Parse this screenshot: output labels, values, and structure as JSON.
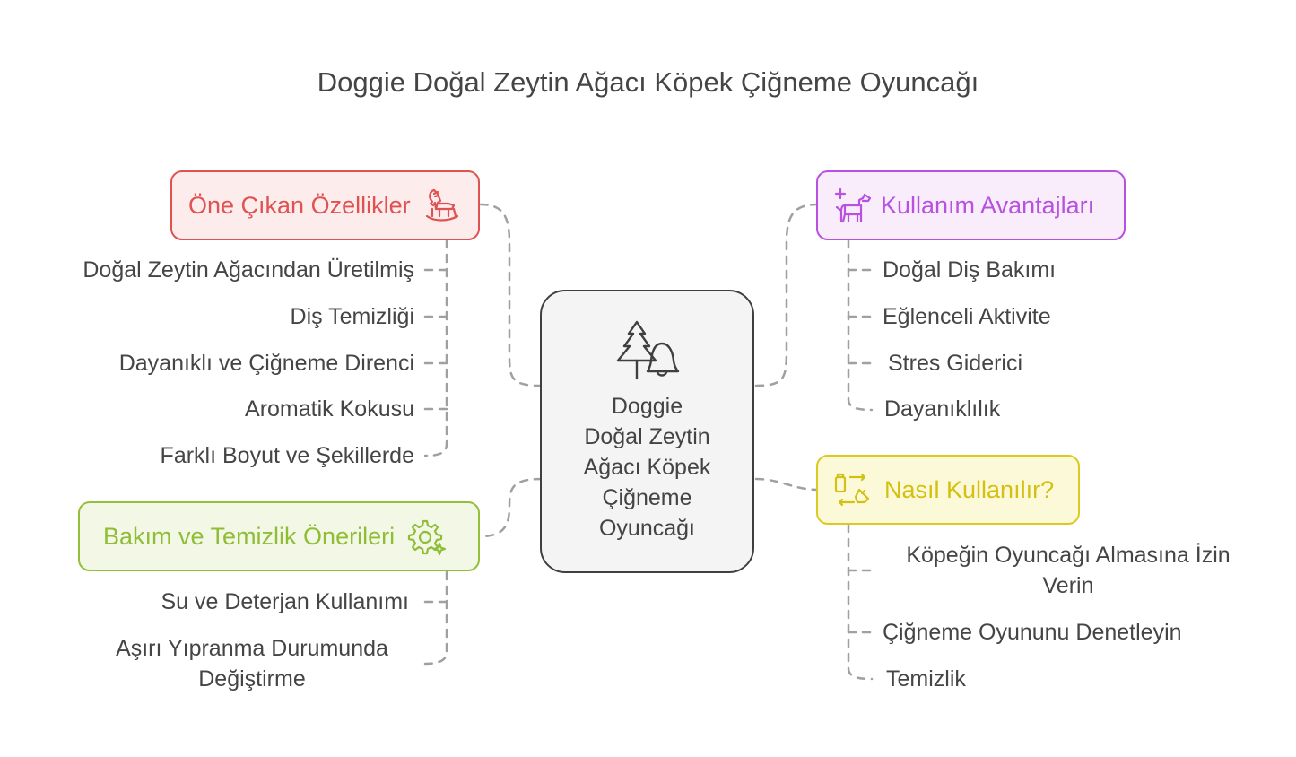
{
  "title": "Doggie Doğal Zeytin Ağacı Köpek Çiğneme Oyuncağı",
  "center": {
    "lines": [
      "Doggie",
      "Doğal Zeytin",
      "Ağacı Köpek",
      "Çiğneme",
      "Oyuncağı"
    ],
    "icon": "tree-and-bell-icon"
  },
  "colors": {
    "connector": "#a0a0a0",
    "red": "#e05252",
    "purple": "#b951e0",
    "green": "#93bf3a",
    "yellow": "#dcca1f",
    "center_border": "#3f3f3f"
  },
  "branches": {
    "features": {
      "label": "Öne Çıkan Özellikler",
      "icon": "rocking-horse-icon",
      "items": [
        "Doğal Zeytin Ağacından Üretilmiş",
        "Diş Temizliği",
        "Dayanıklı ve Çiğneme Direnci",
        "Aromatik Kokusu",
        "Farklı Boyut ve Şekillerde"
      ]
    },
    "care": {
      "label": "Bakım ve Temizlik Önerileri",
      "icon": "gear-sparkle-icon",
      "items": [
        "Su ve Deterjan Kullanımı",
        [
          "Aşırı Yıpranma Durumunda",
          "Değiştirme"
        ]
      ]
    },
    "benefits": {
      "label": "Kullanım Avantajları",
      "icon": "dog-plus-icon",
      "items": [
        "Doğal Diş Bakımı",
        "Eğlenceli Aktivite",
        "Stres Giderici",
        "Dayanıklılık"
      ]
    },
    "usage": {
      "label": "Nasıl Kullanılır?",
      "icon": "exchange-icon",
      "items": [
        [
          "Köpeğin Oyuncağı Almasına İzin",
          "Verin"
        ],
        "Çiğneme Oyununu Denetleyin",
        "Temizlik"
      ]
    }
  }
}
